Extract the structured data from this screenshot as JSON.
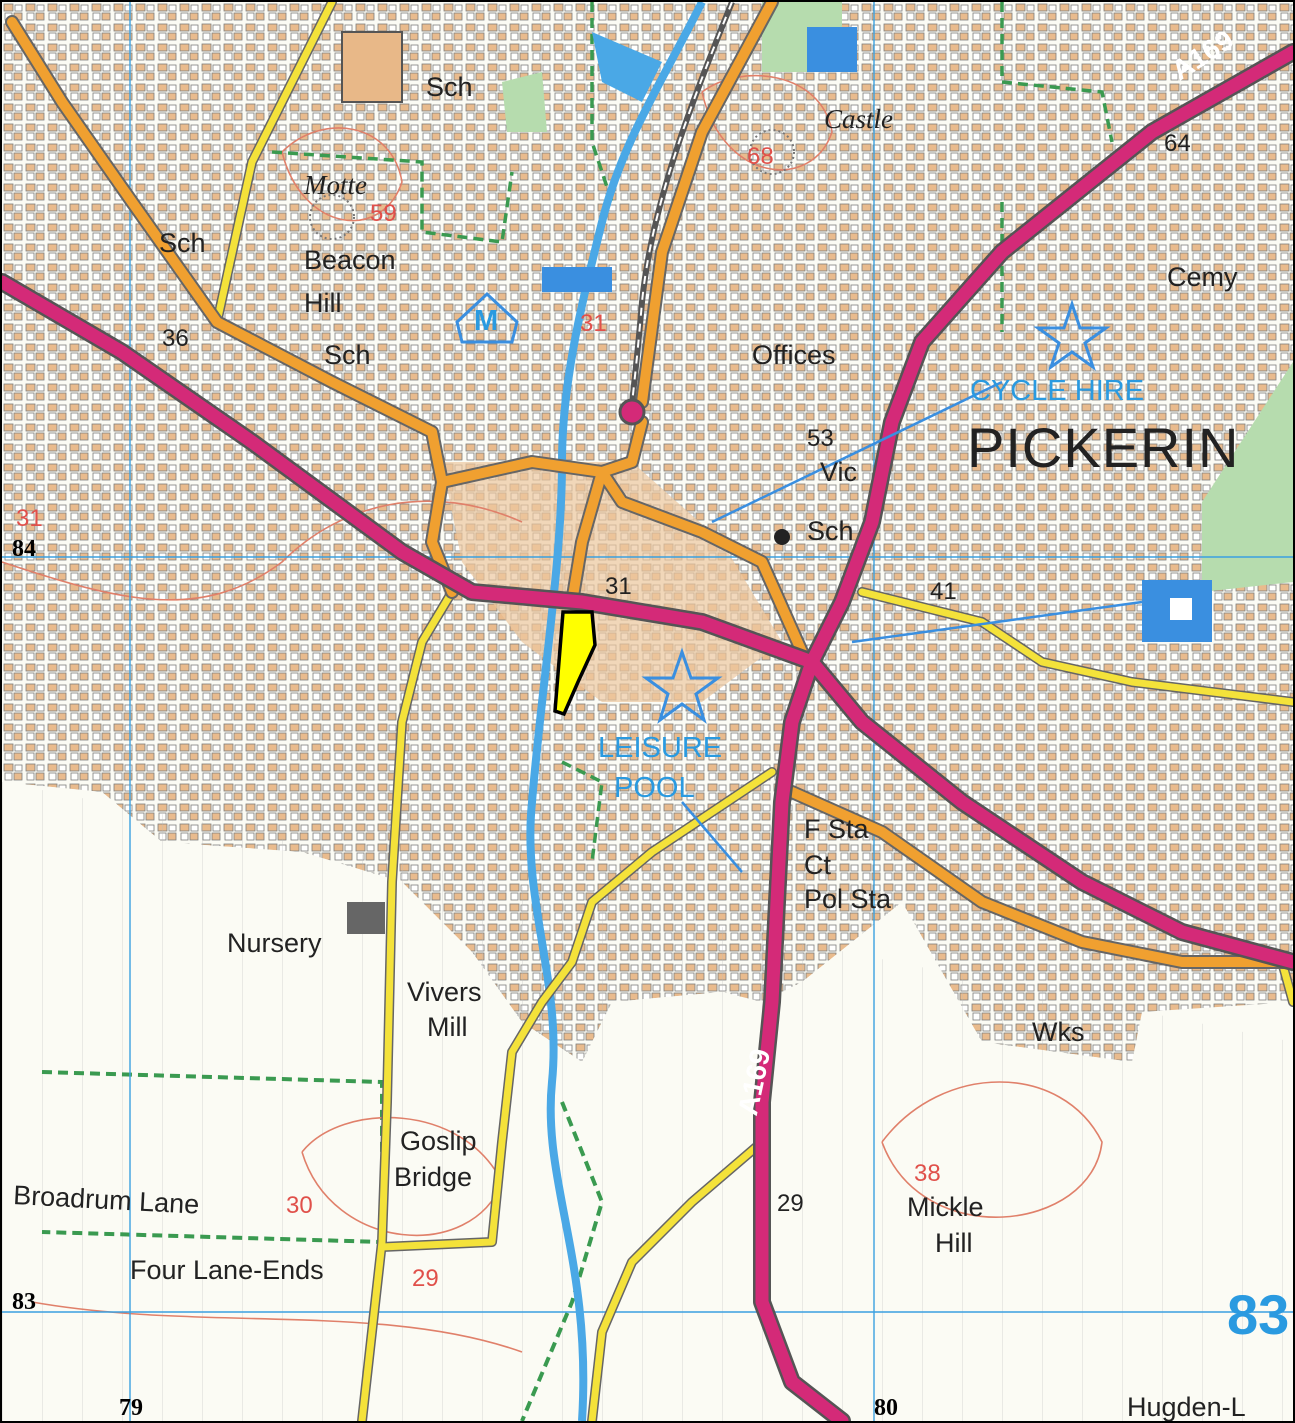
{
  "map": {
    "town": "PICKERIN",
    "road_labels": [
      "A169",
      "A169"
    ],
    "places": {
      "sch_1": "Sch",
      "sch_2": "Sch",
      "sch_3": "Sch",
      "sch_4": "Sch",
      "castle": "Castle",
      "motte": "Motte",
      "beacon": "Beacon",
      "hill": "Hill",
      "cemy": "Cemy",
      "offices": "Offices",
      "vic": "Vic",
      "nursery": "Nursery",
      "vivers": "Vivers",
      "mill": "Mill",
      "goslip": "Goslip",
      "bridge": "Bridge",
      "broadrum_lane": "Broadrum Lane",
      "four_lane_ends": "Four Lane-Ends",
      "f_sta": "F Sta",
      "ct": "Ct",
      "pol_sta": "Pol Sta",
      "wks": "Wks",
      "mickle": "Mickle",
      "mickle_hill": "Hill",
      "hugden": "Hugden-L"
    },
    "tourist_labels": {
      "cycle_hire": "CYCLE HIRE",
      "leisure": "LEISURE",
      "pool": "POOL",
      "museum": "M"
    },
    "heights": {
      "h59": "59",
      "h68": "68",
      "h31a": "31",
      "h31b": "31",
      "h31c": "31",
      "h36": "36",
      "h53": "53",
      "h41": "41",
      "h64": "64",
      "h30": "30",
      "h29a": "29",
      "h29b": "29",
      "h38": "38"
    },
    "grid": {
      "northing_84": "84",
      "northing_83": "83",
      "easting_79": "79",
      "easting_80": "80",
      "sheet_83": "83"
    },
    "colors": {
      "a_road": "#d42a78",
      "b_road": "#f0a030",
      "minor_road": "#f4e23a",
      "building": "#e8b888",
      "water": "#4aa8e6",
      "contour": "#e0806a",
      "boundary": "#3a9a50",
      "woodland": "#b6dcae",
      "highlight": "#ffff00"
    }
  }
}
